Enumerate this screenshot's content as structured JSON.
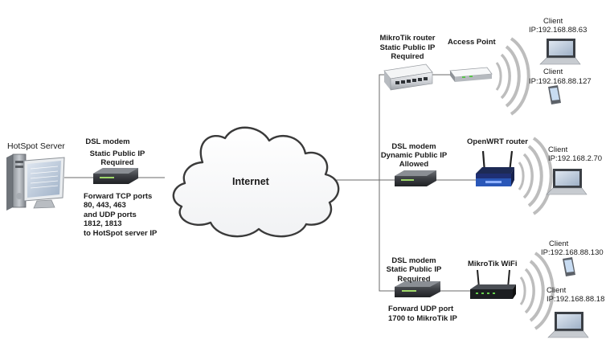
{
  "hotspot_server": {
    "label": "HotSpot Server"
  },
  "central_modem": {
    "name": "DSL modem",
    "ip_note": [
      "Static Public IP",
      "Required"
    ],
    "forward_note": [
      "Forward TCP ports",
      "80, 443, 463",
      "and UDP ports",
      "1812, 1813",
      "to HotSpot server IP"
    ]
  },
  "internet": {
    "label": "Internet"
  },
  "site_mikrotik_ap": {
    "router_label": [
      "MikroTik router",
      "Static Public IP",
      "Required"
    ],
    "ap_label": "Access Point",
    "clients": [
      {
        "label": "Client",
        "ip": "IP:192.168.88.63",
        "device": "laptop"
      },
      {
        "label": "Client",
        "ip": "IP:192.168.88.127",
        "device": "pda"
      }
    ]
  },
  "site_openwrt": {
    "modem_label": [
      "DSL modem",
      "Dynamic Public IP",
      "Allowed"
    ],
    "router_label": "OpenWRT router",
    "clients": [
      {
        "label": "Client",
        "ip": "IP:192.168.2.70",
        "device": "laptop"
      }
    ]
  },
  "site_mikrotik_wifi": {
    "modem_label": [
      "DSL modem",
      "Static Public IP",
      "Required"
    ],
    "router_label": "MikroTik WiFi",
    "forward_note": [
      "Forward UDP port",
      "1700 to MikroTik IP"
    ],
    "clients": [
      {
        "label": "Client",
        "ip": "IP:192.168.88.130",
        "device": "pda"
      },
      {
        "label": "Client",
        "ip": "IP:192.168.88.18",
        "device": "laptop"
      }
    ]
  }
}
